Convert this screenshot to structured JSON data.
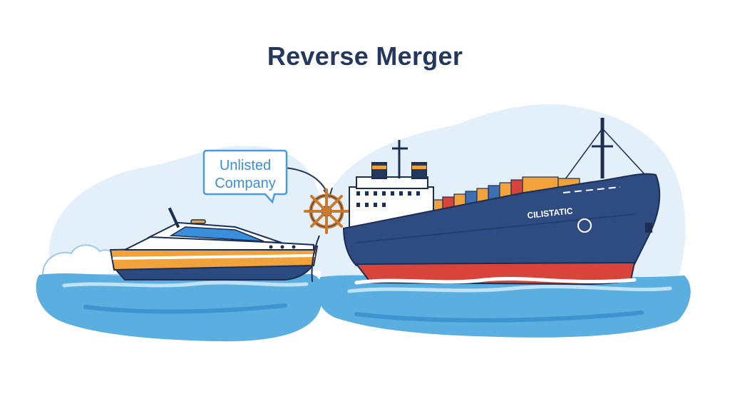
{
  "title": "Reverse Merger",
  "callout": {
    "line1": "Unlisted",
    "line2": "Company"
  },
  "ship": {
    "hull_text": "CILISTATIC"
  },
  "colors": {
    "title": "#24385e",
    "callout_border": "#4a9be0",
    "callout_text": "#3a8fdc",
    "ship_hull": "#2e4c82",
    "hull_bottom": "#d9443a",
    "yacht_orange": "#f2a23a",
    "water": "#5aaee0",
    "sky_blob": "#e3f0fa",
    "helm": "#c97a2e"
  },
  "icons": [
    "steering-wheel-icon",
    "arrow-icon"
  ]
}
